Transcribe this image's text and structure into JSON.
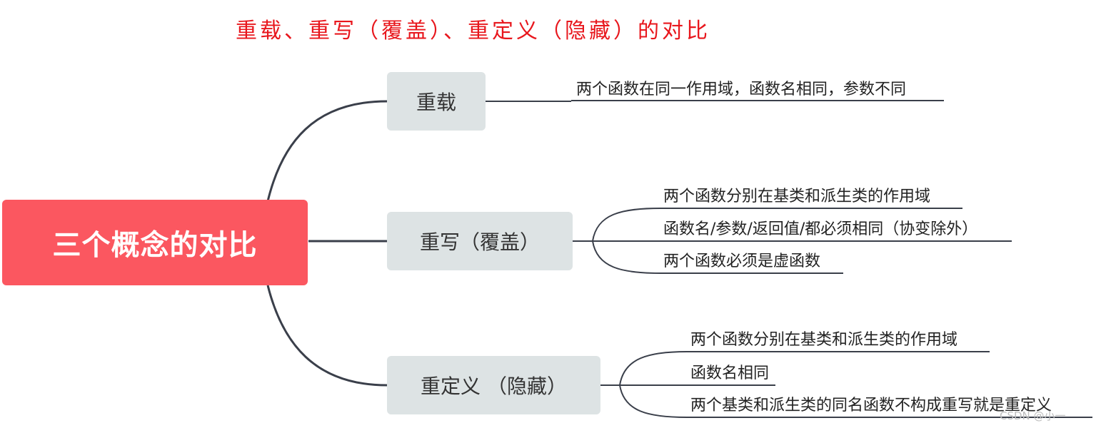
{
  "title": "重载、重写（覆盖）、重定义（隐藏）的对比",
  "root": {
    "label": "三个概念的对比"
  },
  "branches": [
    {
      "label": "重载",
      "leaves": [
        "两个函数在同一作用域，函数名相同，参数不同"
      ]
    },
    {
      "label": "重写（覆盖）",
      "leaves": [
        "两个函数分别在基类和派生类的作用域",
        "函数名/参数/返回值/都必须相同（协变除外）",
        "两个函数必须是虚函数"
      ]
    },
    {
      "label": "重定义 （隐藏）",
      "leaves": [
        "两个函数分别在基类和派生类的作用域",
        "函数名相同",
        "两个基类和派生类的同名函数不构成重写就是重定义"
      ]
    }
  ],
  "watermark": "CSDN @小一",
  "colors": {
    "title": "#e8171d",
    "root_fill": "#fb5760",
    "branch_fill": "#dde3e4",
    "connector": "#3a3f4a"
  }
}
